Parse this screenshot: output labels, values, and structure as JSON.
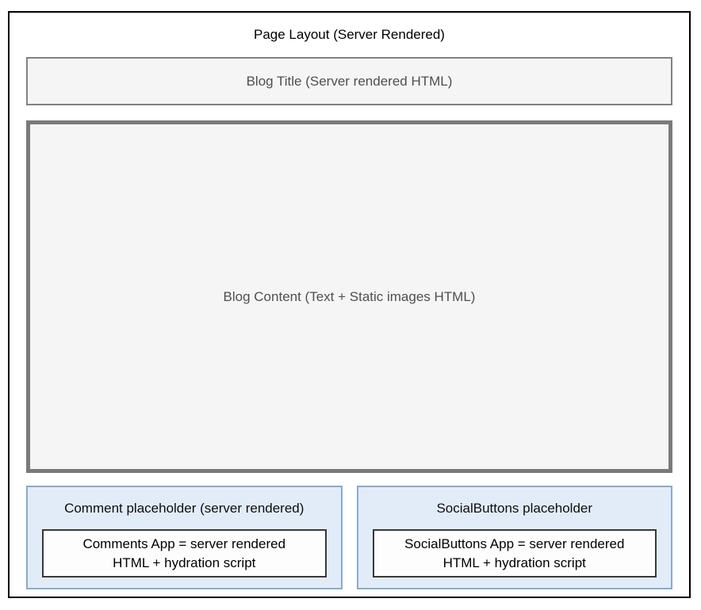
{
  "diagram": {
    "title": "Page Layout (Server Rendered)",
    "blog_title": {
      "label": "Blog Title (Server rendered HTML)"
    },
    "blog_content": {
      "label": "Blog Content (Text + Static images HTML)"
    },
    "islands": [
      {
        "placeholder_label": "Comment placeholder (server rendered)",
        "app_line1": "Comments App = server rendered",
        "app_line2": "HTML + hydration script"
      },
      {
        "placeholder_label": "SocialButtons placeholder",
        "app_line1": "SocialButtons App = server rendered",
        "app_line2": "HTML + hydration script"
      }
    ]
  },
  "colors": {
    "frame-border": "#000000",
    "gray-border": "#828282",
    "gray-bg": "#f5f5f5",
    "gray-text": "#4f4f4f",
    "island-border": "#8caac9",
    "island-bg": "#e2ecf9",
    "app-border": "#383838",
    "app-bg": "#fdfdfe",
    "dark-text": "#0d0d0d"
  }
}
